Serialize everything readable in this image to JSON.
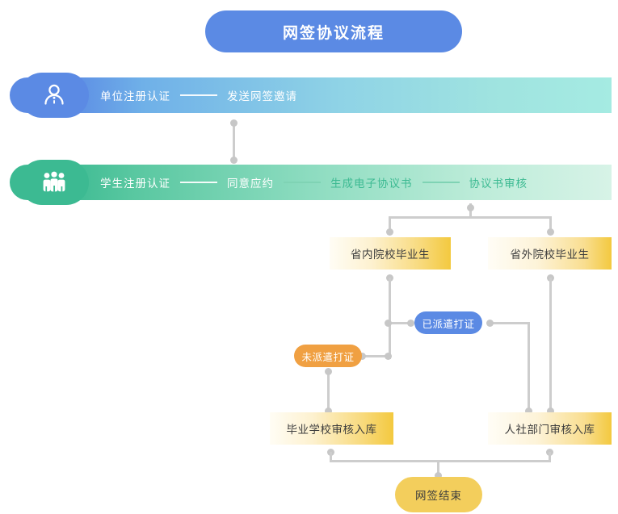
{
  "page": {
    "title": "网签协议流程",
    "background": "#ffffff"
  },
  "colors": {
    "title_blue": "#5b8ae4",
    "badge_green": "#3cba92",
    "pill_blue": "#5b8ae4",
    "pill_orange": "#f0a042",
    "box_yellow": "#f3c93f",
    "end_yellow": "#f3ce5c",
    "connector_gray": "#cdcdcd"
  },
  "lanes": [
    {
      "id": "employer-lane",
      "icon": "person-icon",
      "accent": "#5b8ae4",
      "steps": [
        "单位注册认证",
        "发送网签邀请"
      ]
    },
    {
      "id": "student-lane",
      "icon": "group-people-icon",
      "accent": "#3cba92",
      "steps": [
        "学生注册认证",
        "同意应约",
        "生成电子协议书",
        "协议书审核"
      ]
    }
  ],
  "nodes": {
    "grad_in_province": "省内院校毕业生",
    "grad_out_province": "省外院校毕业生",
    "dispatched": "已派遣打证",
    "not_dispatched": "未派遣打证",
    "school_review": "毕业学校审核入库",
    "hr_review": "人社部门审核入库",
    "end": "网签结束"
  }
}
